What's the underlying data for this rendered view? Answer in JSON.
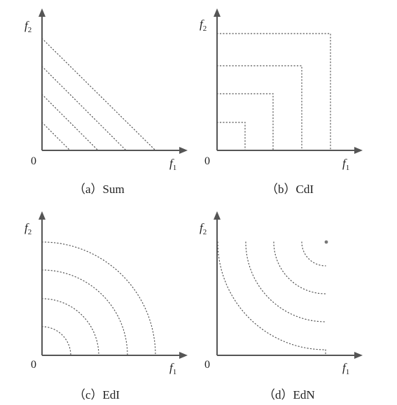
{
  "panels": [
    {
      "id": "a",
      "caption": "（a）Sum",
      "origin_label": "0",
      "x_axis": {
        "symbol": "f",
        "subscript": "1"
      },
      "y_axis": {
        "symbol": "f",
        "subscript": "2"
      }
    },
    {
      "id": "b",
      "caption": "（b）CdI",
      "origin_label": "0",
      "x_axis": {
        "symbol": "f",
        "subscript": "1"
      },
      "y_axis": {
        "symbol": "f",
        "subscript": "2"
      }
    },
    {
      "id": "c",
      "caption": "（c）EdI",
      "origin_label": "0",
      "x_axis": {
        "symbol": "f",
        "subscript": "1"
      },
      "y_axis": {
        "symbol": "f",
        "subscript": "2"
      }
    },
    {
      "id": "d",
      "caption": "（d）EdN",
      "origin_label": "0",
      "x_axis": {
        "symbol": "f",
        "subscript": "1"
      },
      "y_axis": {
        "symbol": "f",
        "subscript": "2"
      }
    }
  ]
}
